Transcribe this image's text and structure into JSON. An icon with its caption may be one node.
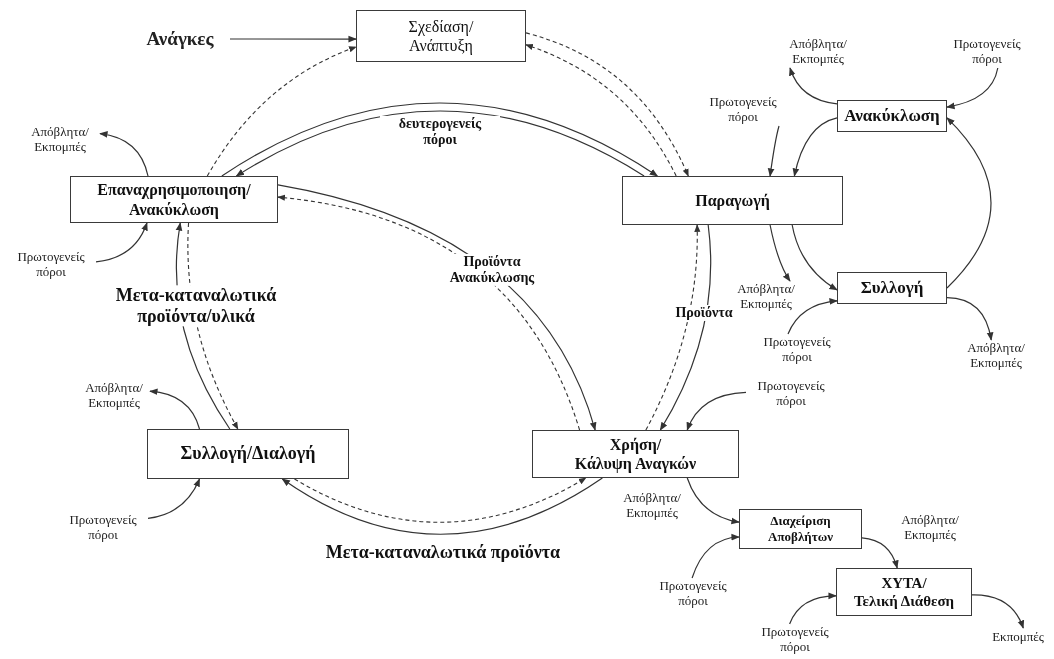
{
  "diagram": {
    "nodes": [
      {
        "text": [
          "Σχεδίαση/ Ανάπτυξη"
        ]
      },
      {
        "text": [
          "Επαναχρησιμοποιηση/ Ανακύκλωση"
        ]
      },
      {
        "text": [
          "Παραγωγή"
        ]
      },
      {
        "text": [
          "Ανακύκλωση"
        ]
      },
      {
        "text": [
          "Συλλογή"
        ]
      },
      {
        "text": [
          "Συλλογή/Διαλογή"
        ]
      },
      {
        "text": [
          "Χρήση/ Κάλυψη Αναγκών"
        ]
      },
      {
        "text": [
          "Διαχείριση Αποβλήτων"
        ]
      },
      {
        "text": [
          "ΧΥΤΑ/ Τελική Διάθεση"
        ]
      },
      {
        "text": [
          "Ανάγκες"
        ]
      },
      {
        "text": [
          "Απόβλητα/ Εκπομπές"
        ]
      },
      {
        "text": [
          "Πρωτογενείς πόροι"
        ]
      },
      {
        "text": [
          "Απόβλητα/ Εκπομπές"
        ]
      },
      {
        "text": [
          "Πρωτογενείς πόροι"
        ]
      },
      {
        "text": [
          "Πρωτογενείς πόροι"
        ]
      },
      {
        "text": [
          "Απόβλητα/ Εκπομπές"
        ]
      },
      {
        "text": [
          "Πρωτογενείς πόροι"
        ]
      },
      {
        "text": [
          "Απόβλητα/ Εκπομπές"
        ]
      },
      {
        "text": [
          "Απόβλητα/ Εκπομπές"
        ]
      },
      {
        "text": [
          "Πρωτογενείς πόροι"
        ]
      },
      {
        "text": [
          "Πρωτογενείς πόροι"
        ]
      },
      {
        "text": [
          "Πρωτογενείς πόροι"
        ]
      },
      {
        "text": [
          "Πρωτογενείς πόροι"
        ]
      },
      {
        "text": [
          "Εκπομπές"
        ]
      }
    ],
    "edges": [
      {
        "from": 9,
        "to": 0,
        "arrow": "to"
      },
      {
        "from": 1,
        "to": 0,
        "arrow": "to",
        "style": "dashed"
      },
      {
        "from": 0,
        "to": 2,
        "arrow": "to",
        "style": "dashed"
      },
      {
        "from": 2,
        "to": 0,
        "arrow": "to",
        "style": "dashed"
      },
      {
        "from": 1,
        "to": 2,
        "arrow": "to",
        "label": "δευτερογενείς πόροι"
      },
      {
        "from": 2,
        "to": 1,
        "arrow": "to"
      },
      {
        "from": 1,
        "to": 6,
        "arrow": "to",
        "label": "Προϊόντα Ανακύκλωσης"
      },
      {
        "from": 6,
        "to": 1,
        "arrow": "to",
        "style": "dashed"
      },
      {
        "from": 2,
        "to": 6,
        "arrow": "to",
        "label": "Προϊόντα"
      },
      {
        "from": 6,
        "to": 2,
        "arrow": "to",
        "style": "dashed"
      },
      {
        "from": 5,
        "to": 1,
        "arrow": "to",
        "label": "Μετα-καταναλωτικά προϊόντα/υλικά"
      },
      {
        "from": 1,
        "to": 5,
        "arrow": "to",
        "style": "dashed"
      },
      {
        "from": 6,
        "to": 5,
        "arrow": "to",
        "label": "Μετα-καταναλωτικά προϊόντα"
      },
      {
        "from": 5,
        "to": 6,
        "arrow": "to",
        "style": "dashed"
      },
      {
        "from": 3,
        "to": 2,
        "arrow": "to"
      },
      {
        "from": 2,
        "to": 4,
        "arrow": "to"
      },
      {
        "from": 4,
        "to": 3,
        "arrow": "to"
      },
      {
        "from": 1,
        "to": 10,
        "arrow": "to"
      },
      {
        "from": 11,
        "to": 1,
        "arrow": "to"
      },
      {
        "from": 3,
        "to": 12,
        "arrow": "to"
      },
      {
        "from": 13,
        "to": 3,
        "arrow": "to"
      },
      {
        "from": 14,
        "to": 2,
        "arrow": "to"
      },
      {
        "from": 2,
        "to": 15,
        "arrow": "to"
      },
      {
        "from": 16,
        "to": 4,
        "arrow": "to"
      },
      {
        "from": 4,
        "to": 17,
        "arrow": "to"
      },
      {
        "from": 5,
        "to": 18,
        "arrow": "to"
      },
      {
        "from": 19,
        "to": 5,
        "arrow": "to"
      },
      {
        "from": 20,
        "to": 6,
        "arrow": "to"
      },
      {
        "from": 6,
        "to": 7,
        "arrow": "to",
        "label": "Απόβλητα/ Εκπομπές"
      },
      {
        "from": 21,
        "to": 7,
        "arrow": "to"
      },
      {
        "from": 7,
        "to": 8,
        "arrow": "to",
        "label": "Απόβλητα/ Εκπομπές"
      },
      {
        "from": 22,
        "to": 8,
        "arrow": "to"
      },
      {
        "from": 8,
        "to": 23,
        "arrow": "to"
      }
    ]
  }
}
